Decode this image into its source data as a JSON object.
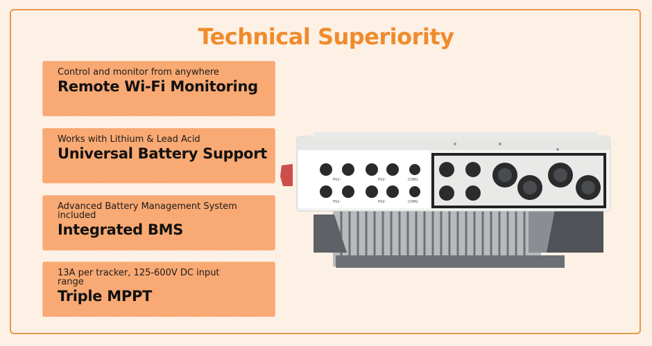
{
  "title": "Technical Superiority",
  "features": [
    {
      "sub": "Control and monitor from anywhere",
      "head": "Remote Wi-Fi Monitoring"
    },
    {
      "sub": "Works with Lithium & Lead Acid",
      "head": "Universal Battery Support"
    },
    {
      "sub": "Advanced Battery Management System included",
      "head": "Integrated BMS"
    },
    {
      "sub": "13A per tracker, 125-600V DC input range",
      "head": "Triple MPPT"
    }
  ],
  "product_labels": {
    "pv1_top": "PV1-",
    "pv2_top": "PV2-",
    "com1": "COM1",
    "pv1_bottom": "PV1-",
    "pv2_bottom": "PV2-",
    "com2": "COM2"
  },
  "colors": {
    "accent": "#ef8b2c",
    "card": "#f9a973",
    "background": "#fdf1e6",
    "border": "#e59a4c"
  }
}
